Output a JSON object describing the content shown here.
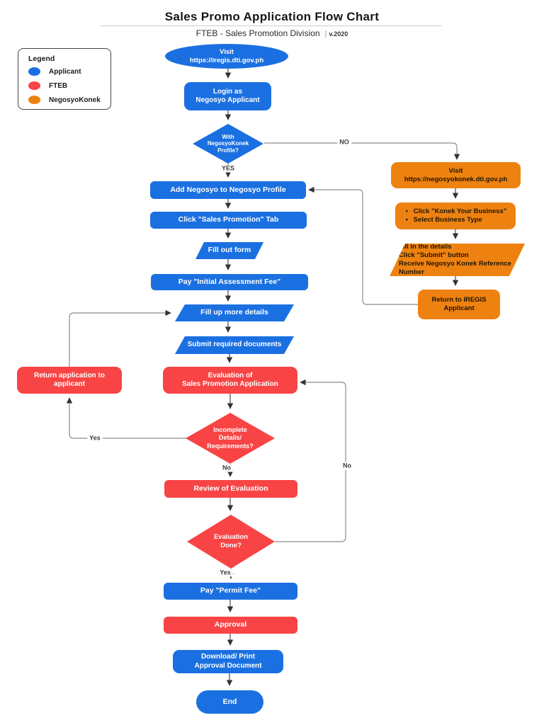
{
  "header": {
    "title": "Sales Promo Application Flow Chart",
    "subtitle": "FTEB - Sales Promotion Division",
    "divider": "|",
    "version": "v.2020"
  },
  "legend": {
    "title": "Legend",
    "items": [
      {
        "label": "Applicant",
        "color": "#1b70e1"
      },
      {
        "label": "FTEB",
        "color": "#f84444"
      },
      {
        "label": "NegosyoKonek",
        "color": "#ee8211"
      }
    ]
  },
  "colors": {
    "applicant_blue": "#1b70e1",
    "fteb_red": "#f84444",
    "negosyokonek_orange": "#ee8211",
    "wire_gray": "#8a8a8a",
    "arrow_dark": "#333333"
  },
  "flowchart": {
    "nodes": {
      "visit_iregis": {
        "line1": "Visit",
        "line2": "https://iregis.dti.gov.ph"
      },
      "login": {
        "line1": "Login as",
        "line2": "Negosyo Applicant"
      },
      "with_profile": {
        "line1": "With",
        "line2": "NegosyoKonek",
        "line3": "Profile?"
      },
      "add_negosyo": {
        "label": "Add Negosyo to Negosyo Profile"
      },
      "click_tab": {
        "label": "Click \"Sales Promotion\" Tab"
      },
      "fill_out_form": {
        "label": "Fill out form"
      },
      "pay_initial": {
        "label": "Pay \"Initial Assessment Fee\""
      },
      "fill_up_more": {
        "label": "Fill up more details"
      },
      "submit_docs": {
        "label": "Submit required documents"
      },
      "evaluation": {
        "line1": "Evaluation of",
        "line2": "Sales Promotion Application"
      },
      "return_application": {
        "line1": "Return application to",
        "line2": "applicant"
      },
      "incomplete": {
        "line1": "Incomplete",
        "line2": "Details/",
        "line3": "Requirements?"
      },
      "review": {
        "label": "Review of Evaluation"
      },
      "eval_done": {
        "line1": "Evaluation",
        "line2": "Done?"
      },
      "pay_permit": {
        "label": "Pay \"Permit Fee\""
      },
      "approval": {
        "label": "Approval"
      },
      "download": {
        "line1": "Download/ Print",
        "line2": "Approval Document"
      },
      "end": {
        "label": "End"
      },
      "visit_negosyokonek": {
        "line1": "Visit",
        "line2": "https://negosyokonek.dti.gov.ph"
      },
      "konek_business": {
        "bullets": [
          "Click \"Konek Your Business\"",
          "Select Business Type"
        ]
      },
      "fill_details": {
        "bullets": [
          "Fill in the details",
          "Click \"Submit\" button",
          "Receive Negosyo Konek Reference Number"
        ]
      },
      "return_iregis": {
        "line1": "Return to IREGIS",
        "line2": "Applicant"
      }
    },
    "edge_labels": {
      "no_top": "NO",
      "yes_top": "YES",
      "yes_left": "Yes",
      "no_bottom": "No",
      "no_loop": "No",
      "yes_bottom": "Yes"
    }
  }
}
